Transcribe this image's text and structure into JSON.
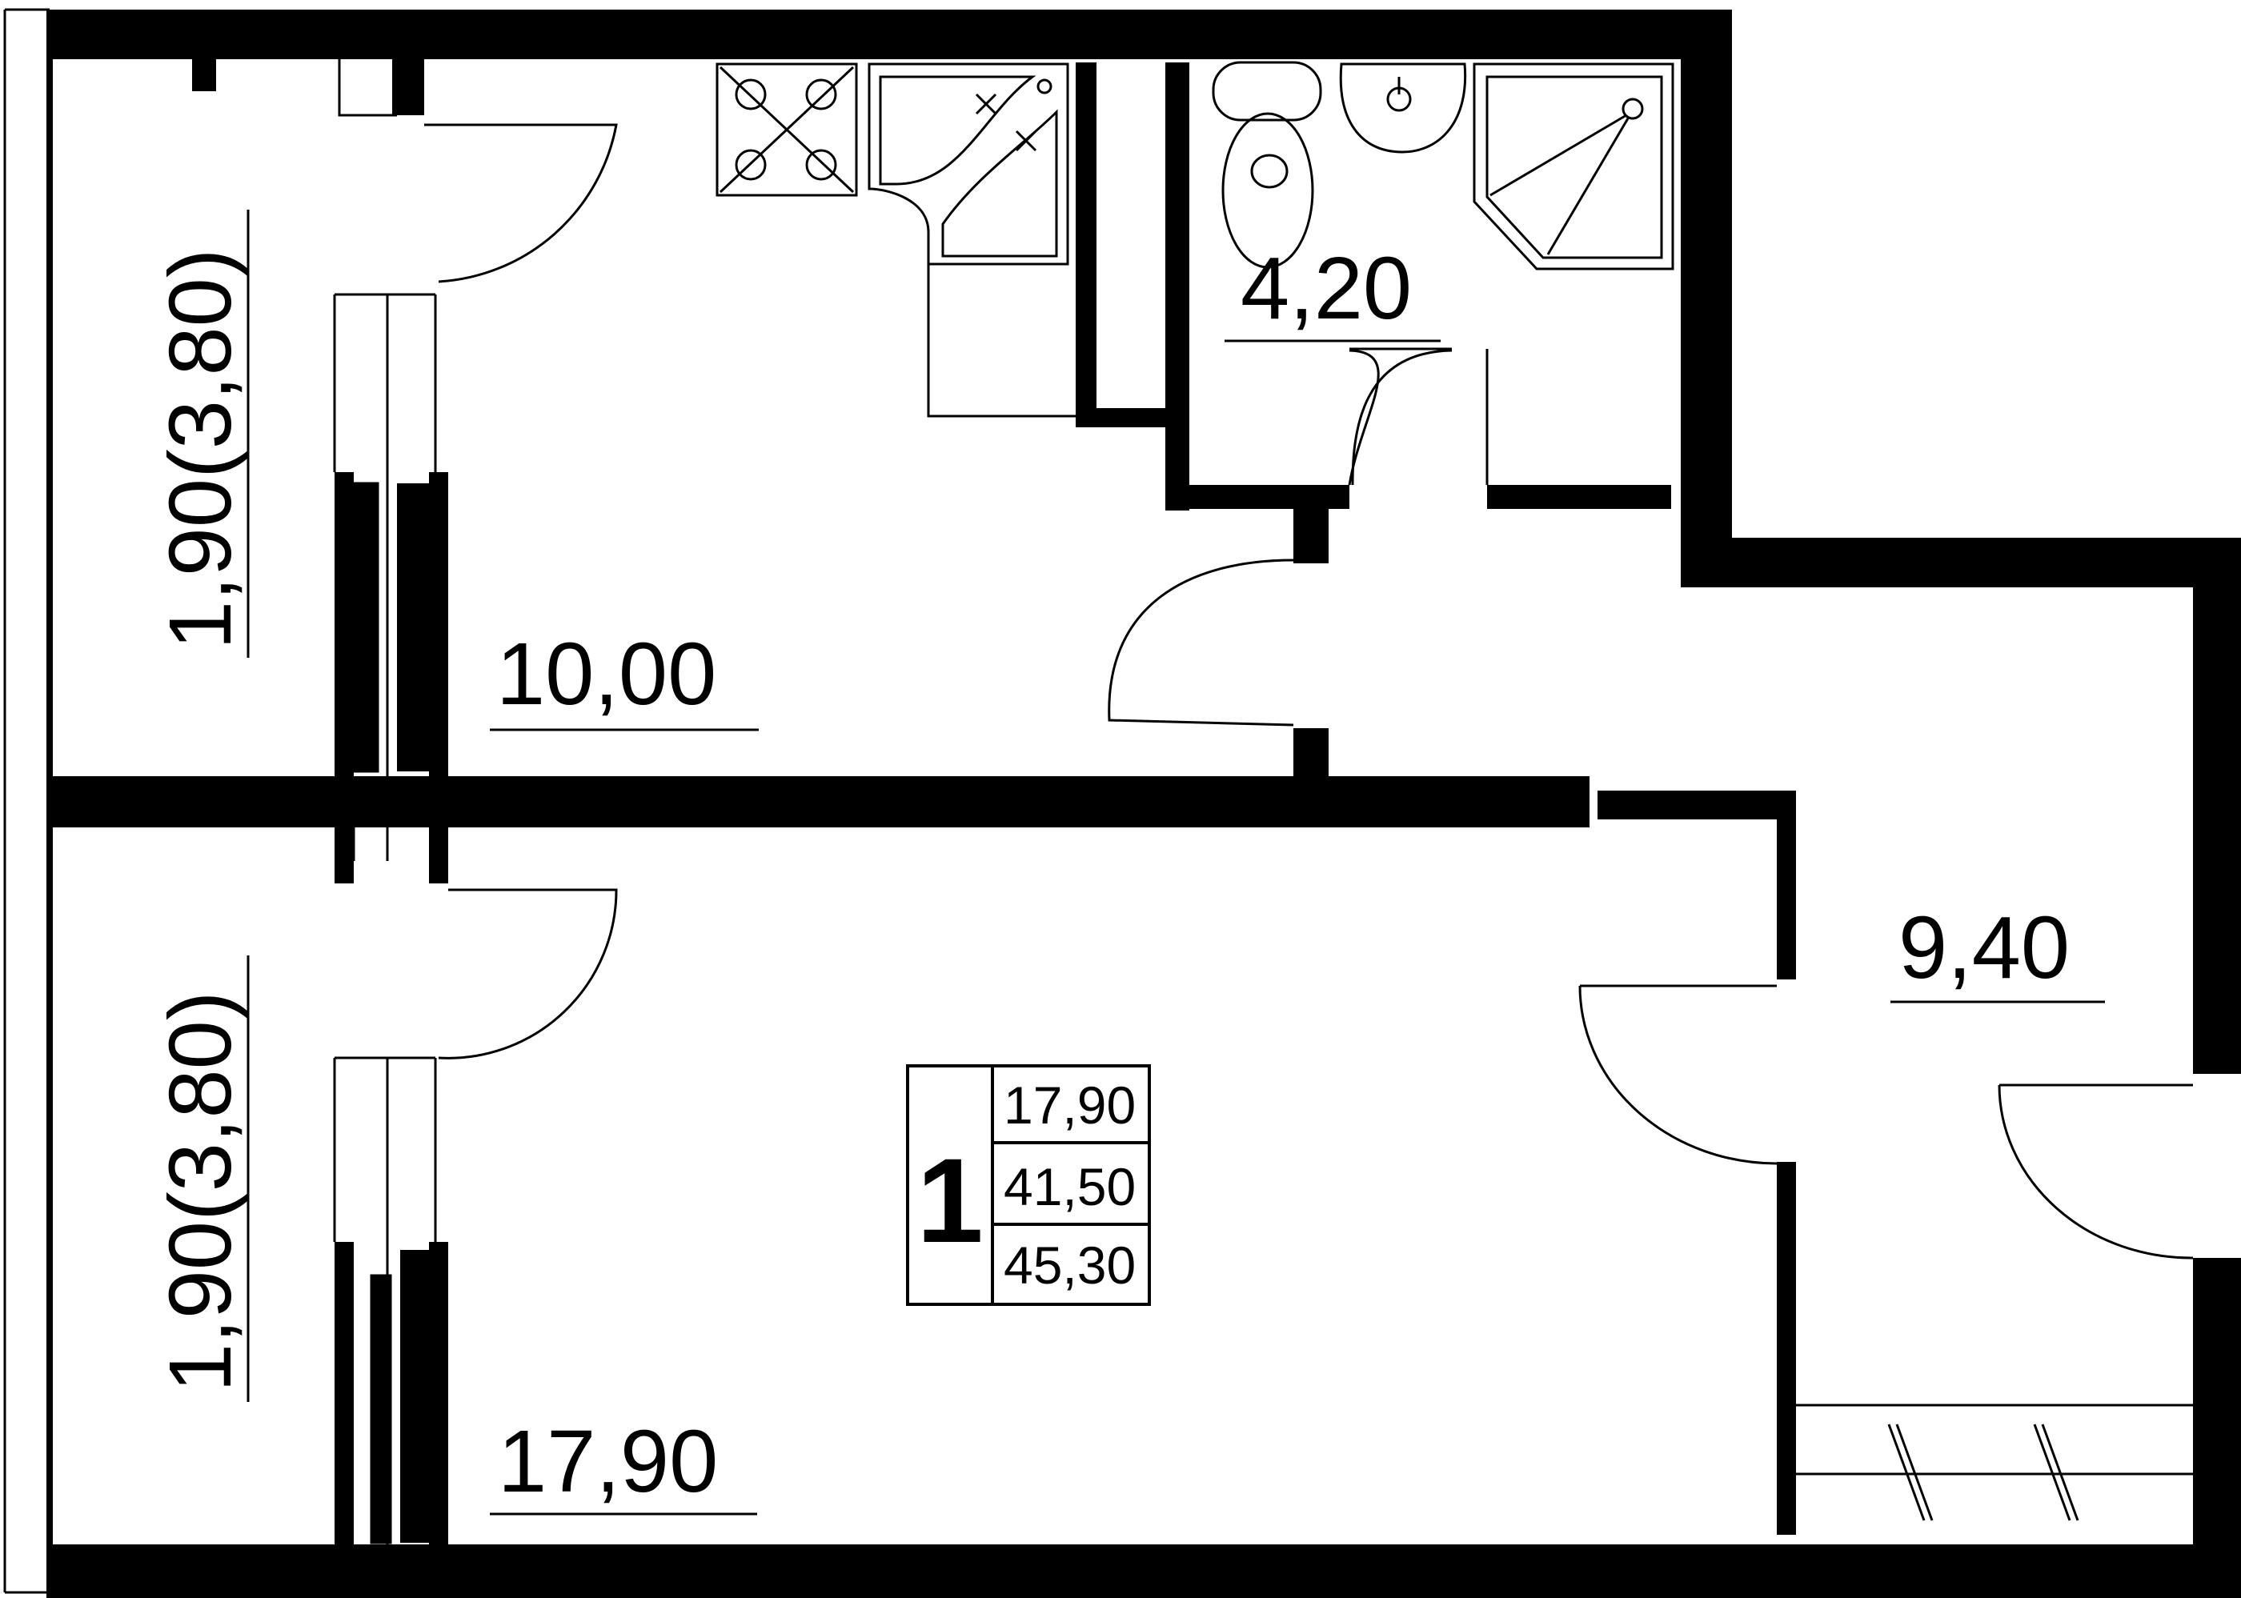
{
  "plan": {
    "rooms": [
      {
        "id": "kitchen",
        "area": "10,00"
      },
      {
        "id": "bathroom",
        "area": "4,20"
      },
      {
        "id": "hallway",
        "area": "9,40"
      },
      {
        "id": "living-room",
        "area": "17,90"
      }
    ],
    "loggias": [
      {
        "id": "loggia-top",
        "area": "1,90(3,80)"
      },
      {
        "id": "loggia-bottom",
        "area": "1,90(3,80)"
      }
    ],
    "summary": {
      "room_count": "1",
      "living_area": "17,90",
      "total_area": "41,50",
      "total_area_with_loggia": "45,30"
    }
  }
}
